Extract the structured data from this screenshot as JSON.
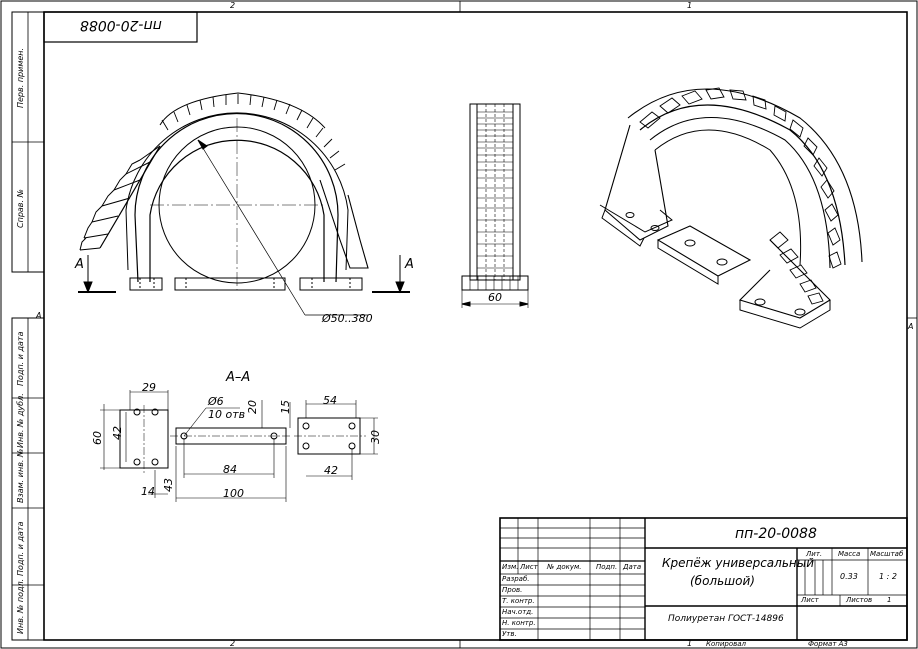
{
  "frame": {
    "zone_top_left": "2",
    "zone_top_right": "1",
    "zone_bottom_left": "2",
    "zone_bottom_right": "1",
    "zone_left": "A",
    "zone_right": "A"
  },
  "stamp_top": "пп-20-0088",
  "side_columns": {
    "perv_primen": "Перв. примен.",
    "sprav_no": "Справ. №",
    "podp_data_1": "Подп. и дата",
    "inv_dubl": "Инв. № дубл.",
    "vzam_inv": "Взам. инв. №",
    "podp_data_2": "Подп. и дата",
    "inv_podl": "Инв. № подл."
  },
  "drawing": {
    "view_marker_left": "А",
    "view_marker_right": "А",
    "diameter_main": "Ø50..380",
    "width_side": "60",
    "section_label": "А–А",
    "dims": {
      "d29": "29",
      "d60": "60",
      "d42_v": "42",
      "d14": "14",
      "d43": "43",
      "hole_dia": "Ø6",
      "hole_count": "10 отв",
      "d20": "20",
      "d15": "15",
      "d84": "84",
      "d100": "100",
      "d54": "54",
      "d30": "30",
      "d42_h": "42"
    }
  },
  "title_block": {
    "designation": "пп-20-0088",
    "name_line1": "Крепёж универсальный",
    "name_line2": "(большой)",
    "material": "Полиуретан ГОСТ-14896",
    "col_izm": "Изм.",
    "col_list": "Лист",
    "col_doc": "№ докум.",
    "col_podp": "Подп.",
    "col_data": "Дата",
    "row_razrab": "Разраб.",
    "row_prov": "Пров.",
    "row_tkontr": "Т. контр.",
    "row_nachotd": "Нач.отд.",
    "row_nkontr": "Н. контр.",
    "row_utv": "Утв.",
    "lit": "Лит.",
    "massa": "Масса",
    "masshtab": "Масштаб",
    "massa_val": "0.33",
    "scale_val": "1 : 2",
    "sheet": "Лист",
    "sheets": "Листов",
    "sheets_val": "1",
    "kopiroval": "Копировал",
    "format": "Формат А3",
    "page_num": "1"
  }
}
